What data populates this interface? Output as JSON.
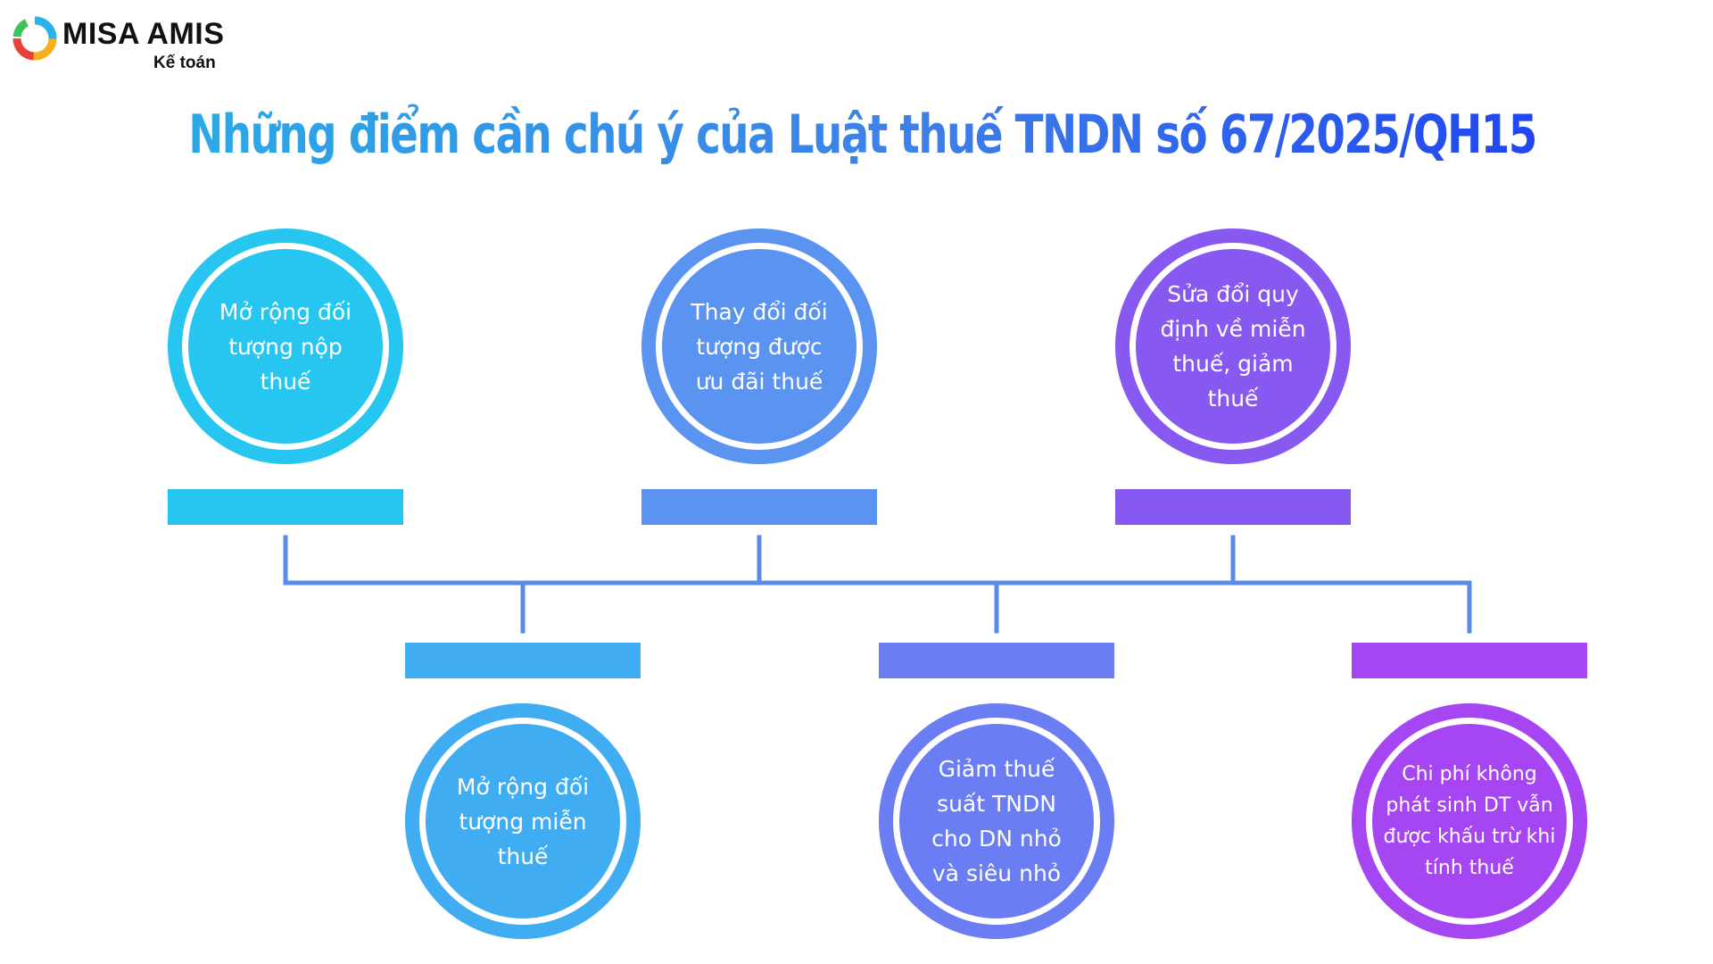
{
  "logo": {
    "brand": "MISA AMIS",
    "product": "Kế toán"
  },
  "title": "Những điểm cần chú ý của Luật thuế TNDN số 67/2025/QH15",
  "colors": {
    "node1": "#26c6f0",
    "node2": "#5b93f0",
    "node3": "#8759f0",
    "node4": "#40adf2",
    "node5": "#6b7df2",
    "node6": "#a645f2",
    "connector": "#5b8ae8",
    "title_start": "#2ba9e6",
    "title_end": "#2146f0"
  },
  "nodes": [
    {
      "id": "n1",
      "label": "Mở rộng đối tượng nộp thuế"
    },
    {
      "id": "n2",
      "label": "Thay đổi đối tượng được ưu đãi thuế"
    },
    {
      "id": "n3",
      "label": "Sửa đổi quy định về miễn thuế, giảm thuế"
    },
    {
      "id": "n4",
      "label": "Mở rộng đối tượng miễn thuế"
    },
    {
      "id": "n5",
      "label": "Giảm thuế suất TNDN cho DN nhỏ và siêu nhỏ"
    },
    {
      "id": "n6",
      "label": "Chi phí không phát sinh DT vẫn được khấu trừ khi tính thuế"
    }
  ]
}
